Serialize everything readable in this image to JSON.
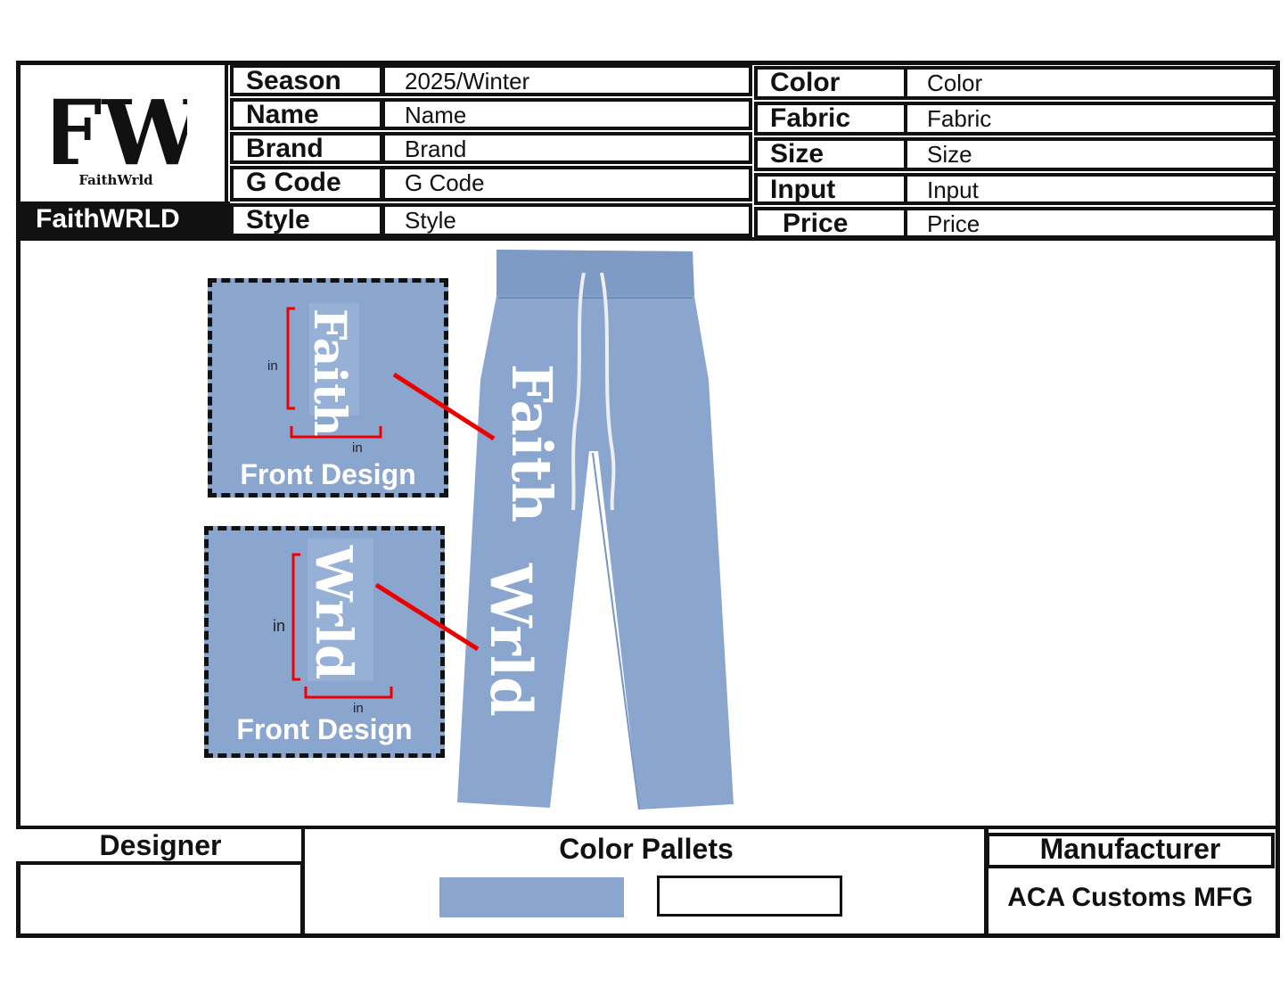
{
  "logo": {
    "monogram": "FW",
    "small_name": "FaithWrld",
    "brand_bar": "FaithWRLD"
  },
  "spec_left": [
    {
      "label": "Season",
      "value": "2025/Winter"
    },
    {
      "label": "Name",
      "value": "Name"
    },
    {
      "label": "Brand",
      "value": "Brand"
    },
    {
      "label": "G Code",
      "value": "G Code"
    },
    {
      "label": "Style",
      "value": "Style"
    }
  ],
  "spec_right": [
    {
      "label": "Color",
      "value": "Color"
    },
    {
      "label": "Fabric",
      "value": "Fabric"
    },
    {
      "label": "Size",
      "value": "Size"
    },
    {
      "label": "Input",
      "value": "Input"
    },
    {
      "label": "Price",
      "value": "Price"
    }
  ],
  "designs": [
    {
      "label": "Front Design",
      "word": "Faith",
      "unit_vertical": "in",
      "unit_horizontal": "in"
    },
    {
      "label": "Front Design",
      "word": "Wrld",
      "unit_vertical": "in",
      "unit_horizontal": "in"
    }
  ],
  "garment": {
    "color": "#8aa6cf",
    "print_top": "Faith",
    "print_bottom": "Wrld"
  },
  "footer": {
    "designer_title": "Designer",
    "designer_value": "",
    "palette_title": "Color Pallets",
    "palette": [
      "#8aa6cf",
      "#ffffff"
    ],
    "manufacturer_title": "Manufacturer",
    "manufacturer_value": "ACA Customs MFG"
  }
}
